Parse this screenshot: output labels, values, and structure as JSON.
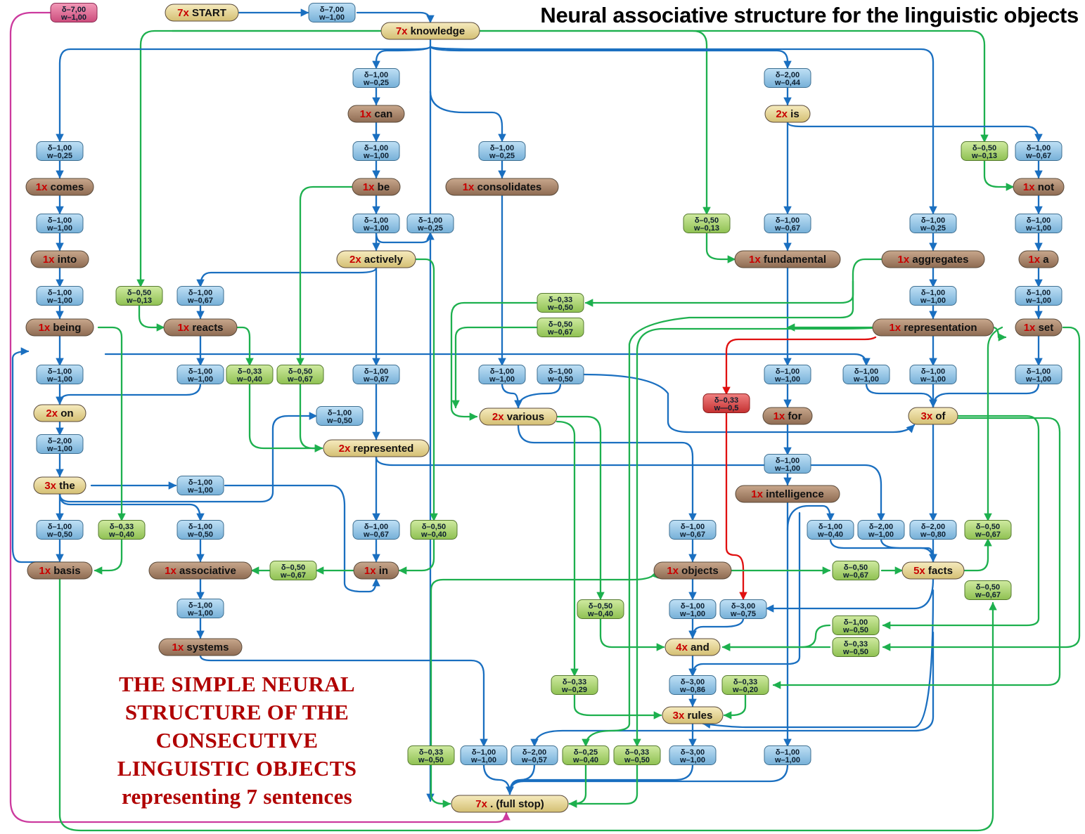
{
  "title": "Neural associative structure for the linguistic objects",
  "caption": [
    "THE SIMPLE NEURAL",
    "STRUCTURE OF THE",
    "CONSECUTIVE",
    "LINGUISTIC OBJECTS",
    "representing 7 sentences"
  ],
  "colors": {
    "link_blue": "#1a6fc0",
    "link_green": "#1db04e",
    "link_red": "#e01010",
    "link_magenta": "#cc3a9e",
    "word_brown": "#a07d62",
    "word_yellow": "#e6d48d",
    "param_blue": "#8fc2e4",
    "param_green": "#a6d36c",
    "param_red": "#d84a4a",
    "param_pink": "#dd5c8a",
    "count_red": "#c80000"
  },
  "words": [
    {
      "id": "start",
      "count": "7x",
      "text": "START",
      "style": "yellow"
    },
    {
      "id": "knowledge",
      "count": "7x",
      "text": "knowledge",
      "style": "yellow"
    },
    {
      "id": "can",
      "count": "1x",
      "text": "can",
      "style": "brown"
    },
    {
      "id": "is",
      "count": "2x",
      "text": "is",
      "style": "yellow"
    },
    {
      "id": "comes",
      "count": "1x",
      "text": "comes",
      "style": "brown"
    },
    {
      "id": "be",
      "count": "1x",
      "text": "be",
      "style": "brown"
    },
    {
      "id": "consolidates",
      "count": "1x",
      "text": "consolidates",
      "style": "brown"
    },
    {
      "id": "not",
      "count": "1x",
      "text": "not",
      "style": "brown"
    },
    {
      "id": "into",
      "count": "1x",
      "text": "into",
      "style": "brown"
    },
    {
      "id": "actively",
      "count": "2x",
      "text": "actively",
      "style": "yellow"
    },
    {
      "id": "fundamental",
      "count": "1x",
      "text": "fundamental",
      "style": "brown"
    },
    {
      "id": "aggregates",
      "count": "1x",
      "text": "aggregates",
      "style": "brown"
    },
    {
      "id": "a",
      "count": "1x",
      "text": "a",
      "style": "brown"
    },
    {
      "id": "being",
      "count": "1x",
      "text": "being",
      "style": "brown"
    },
    {
      "id": "reacts",
      "count": "1x",
      "text": "reacts",
      "style": "brown"
    },
    {
      "id": "representation",
      "count": "1x",
      "text": "representation",
      "style": "brown"
    },
    {
      "id": "set",
      "count": "1x",
      "text": "set",
      "style": "brown"
    },
    {
      "id": "on",
      "count": "2x",
      "text": "on",
      "style": "yellow"
    },
    {
      "id": "various",
      "count": "2x",
      "text": "various",
      "style": "yellow"
    },
    {
      "id": "for",
      "count": "1x",
      "text": "for",
      "style": "brown"
    },
    {
      "id": "of",
      "count": "3x",
      "text": "of",
      "style": "yellow"
    },
    {
      "id": "represented",
      "count": "2x",
      "text": "represented",
      "style": "yellow"
    },
    {
      "id": "the",
      "count": "3x",
      "text": "the",
      "style": "yellow"
    },
    {
      "id": "intelligence",
      "count": "1x",
      "text": "intelligence",
      "style": "brown"
    },
    {
      "id": "basis",
      "count": "1x",
      "text": "basis",
      "style": "brown"
    },
    {
      "id": "associative",
      "count": "1x",
      "text": "associative",
      "style": "brown"
    },
    {
      "id": "in",
      "count": "1x",
      "text": "in",
      "style": "brown"
    },
    {
      "id": "objects",
      "count": "1x",
      "text": "objects",
      "style": "brown"
    },
    {
      "id": "facts",
      "count": "5x",
      "text": "facts",
      "style": "yellow"
    },
    {
      "id": "and",
      "count": "4x",
      "text": "and",
      "style": "yellow"
    },
    {
      "id": "systems",
      "count": "1x",
      "text": "systems",
      "style": "brown"
    },
    {
      "id": "rules",
      "count": "3x",
      "text": "rules",
      "style": "yellow"
    },
    {
      "id": "fullstop",
      "count": "7x",
      "text": ". (full stop)",
      "style": "yellow"
    }
  ],
  "params": [
    {
      "id": "p-start",
      "d": "δ–7,00",
      "w": "w–1,00",
      "style": "pink"
    },
    {
      "id": "p-start2",
      "d": "δ–7,00",
      "w": "w–1,00",
      "style": "blue"
    },
    {
      "id": "p-can1",
      "d": "δ–1,00",
      "w": "w–0,25",
      "style": "blue"
    },
    {
      "id": "p-is1",
      "d": "δ–2,00",
      "w": "w–0,44",
      "style": "blue"
    },
    {
      "id": "p-comes1",
      "d": "δ–1,00",
      "w": "w–0,25",
      "style": "blue"
    },
    {
      "id": "p-can2",
      "d": "δ–1,00",
      "w": "w–1,00",
      "style": "blue"
    },
    {
      "id": "p-cons1",
      "d": "δ–1,00",
      "w": "w–0,25",
      "style": "blue"
    },
    {
      "id": "p-not-g",
      "d": "δ–0,50",
      "w": "w–0,13",
      "style": "green"
    },
    {
      "id": "p-not1",
      "d": "δ–1,00",
      "w": "w–0,67",
      "style": "blue"
    },
    {
      "id": "p-comes2",
      "d": "δ–1,00",
      "w": "w–1,00",
      "style": "blue"
    },
    {
      "id": "p-be2",
      "d": "δ–1,00",
      "w": "w–1,00",
      "style": "blue"
    },
    {
      "id": "p-act-b",
      "d": "δ–1,00",
      "w": "w–0,25",
      "style": "blue"
    },
    {
      "id": "p-fund-g",
      "d": "δ–0,50",
      "w": "w–0,13",
      "style": "green"
    },
    {
      "id": "p-is2",
      "d": "δ–1,00",
      "w": "w–0,67",
      "style": "blue"
    },
    {
      "id": "p-aggr1",
      "d": "δ–1,00",
      "w": "w–0,25",
      "style": "blue"
    },
    {
      "id": "p-not2",
      "d": "δ–1,00",
      "w": "w–1,00",
      "style": "blue"
    },
    {
      "id": "p-into2",
      "d": "δ–1,00",
      "w": "w–1,00",
      "style": "blue"
    },
    {
      "id": "p-reacts-g",
      "d": "δ–0,50",
      "w": "w–0,13",
      "style": "green"
    },
    {
      "id": "p-act2",
      "d": "δ–1,00",
      "w": "w–0,67",
      "style": "blue"
    },
    {
      "id": "p-var-g1",
      "d": "δ–0,33",
      "w": "w–0,50",
      "style": "green"
    },
    {
      "id": "p-aggr2",
      "d": "δ–1,00",
      "w": "w–1,00",
      "style": "blue"
    },
    {
      "id": "p-a2",
      "d": "δ–1,00",
      "w": "w–1,00",
      "style": "blue"
    },
    {
      "id": "p-var-g2",
      "d": "δ–0,50",
      "w": "w–0,67",
      "style": "green"
    },
    {
      "id": "p-being2",
      "d": "δ–1,00",
      "w": "w–1,00",
      "style": "blue"
    },
    {
      "id": "p-reacts2",
      "d": "δ–1,00",
      "w": "w–1,00",
      "style": "blue"
    },
    {
      "id": "p-rep-g1",
      "d": "δ–0,33",
      "w": "w–0,40",
      "style": "green"
    },
    {
      "id": "p-rep-g2",
      "d": "δ–0,50",
      "w": "w–0,67",
      "style": "green"
    },
    {
      "id": "p-act3",
      "d": "δ–1,00",
      "w": "w–0,67",
      "style": "blue"
    },
    {
      "id": "p-cons2",
      "d": "δ–1,00",
      "w": "w–1,00",
      "style": "blue"
    },
    {
      "id": "p-var-b",
      "d": "δ–1,00",
      "w": "w–0,50",
      "style": "blue"
    },
    {
      "id": "p-fund2",
      "d": "δ–1,00",
      "w": "w–1,00",
      "style": "blue"
    },
    {
      "id": "p-of-b1",
      "d": "δ–1,00",
      "w": "w–1,00",
      "style": "blue"
    },
    {
      "id": "p-rep2",
      "d": "δ–1,00",
      "w": "w–1,00",
      "style": "blue"
    },
    {
      "id": "p-set2",
      "d": "δ–1,00",
      "w": "w–1,00",
      "style": "blue"
    },
    {
      "id": "p-red",
      "d": "δ–0,33",
      "w": "w—0,5",
      "style": "red"
    },
    {
      "id": "p-repr-b",
      "d": "δ–1,00",
      "w": "w–0,50",
      "style": "blue"
    },
    {
      "id": "p-on2",
      "d": "δ–2,00",
      "w": "w–1,00",
      "style": "blue"
    },
    {
      "id": "p-for2",
      "d": "δ–1,00",
      "w": "w–1,00",
      "style": "blue"
    },
    {
      "id": "p-the-b",
      "d": "δ–1,00",
      "w": "w–1,00",
      "style": "blue"
    },
    {
      "id": "p-the2",
      "d": "δ–1,00",
      "w": "w–0,50",
      "style": "blue"
    },
    {
      "id": "p-basis-g",
      "d": "δ–0,33",
      "w": "w–0,40",
      "style": "green"
    },
    {
      "id": "p-the3",
      "d": "δ–1,00",
      "w": "w–0,50",
      "style": "blue"
    },
    {
      "id": "p-repr2",
      "d": "δ–1,00",
      "w": "w–0,67",
      "style": "blue"
    },
    {
      "id": "p-in-g",
      "d": "δ–0,50",
      "w": "w–0,40",
      "style": "green"
    },
    {
      "id": "p-obj1",
      "d": "δ–1,00",
      "w": "w–0,67",
      "style": "blue"
    },
    {
      "id": "p-int-b",
      "d": "δ–1,00",
      "w": "w–0,40",
      "style": "blue"
    },
    {
      "id": "p-facts-b1",
      "d": "δ–2,00",
      "w": "w–1,00",
      "style": "blue"
    },
    {
      "id": "p-facts-b2",
      "d": "δ–2,00",
      "w": "w–0,80",
      "style": "blue"
    },
    {
      "id": "p-facts-g",
      "d": "δ–0,50",
      "w": "w–0,67",
      "style": "green"
    },
    {
      "id": "p-assoc-g",
      "d": "δ–0,50",
      "w": "w–0,67",
      "style": "green"
    },
    {
      "id": "p-obj-g",
      "d": "δ–0,50",
      "w": "w–0,67",
      "style": "green"
    },
    {
      "id": "p-facts-g2",
      "d": "δ–0,50",
      "w": "w–0,67",
      "style": "green"
    },
    {
      "id": "p-assoc2",
      "d": "δ–1,00",
      "w": "w–1,00",
      "style": "blue"
    },
    {
      "id": "p-and-g1",
      "d": "δ–0,50",
      "w": "w–0,40",
      "style": "green"
    },
    {
      "id": "p-obj2",
      "d": "δ–1,00",
      "w": "w–1,00",
      "style": "blue"
    },
    {
      "id": "p-and-b",
      "d": "δ–3,00",
      "w": "w–0,75",
      "style": "blue"
    },
    {
      "id": "p-and-g2",
      "d": "δ–1,00",
      "w": "w–0,50",
      "style": "green"
    },
    {
      "id": "p-and-g3",
      "d": "δ–0,33",
      "w": "w–0,50",
      "style": "green"
    },
    {
      "id": "p-rules-g1",
      "d": "δ–0,33",
      "w": "w–0,29",
      "style": "green"
    },
    {
      "id": "p-and2",
      "d": "δ–3,00",
      "w": "w–0,86",
      "style": "blue"
    },
    {
      "id": "p-rules-g2",
      "d": "δ–0,33",
      "w": "w–0,20",
      "style": "green"
    },
    {
      "id": "p-fs-g1",
      "d": "δ–0,33",
      "w": "w–0,50",
      "style": "green"
    },
    {
      "id": "p-fs-b1",
      "d": "δ–1,00",
      "w": "w–1,00",
      "style": "blue"
    },
    {
      "id": "p-fs-b2",
      "d": "δ–2,00",
      "w": "w–0,57",
      "style": "blue"
    },
    {
      "id": "p-fs-g2",
      "d": "δ–0,25",
      "w": "w–0,40",
      "style": "green"
    },
    {
      "id": "p-fs-g3",
      "d": "δ–0,33",
      "w": "w–0,50",
      "style": "green"
    },
    {
      "id": "p-rules2",
      "d": "δ–3,00",
      "w": "w–1,00",
      "style": "blue"
    },
    {
      "id": "p-fs-b3",
      "d": "δ–1,00",
      "w": "w–1,00",
      "style": "blue"
    }
  ]
}
